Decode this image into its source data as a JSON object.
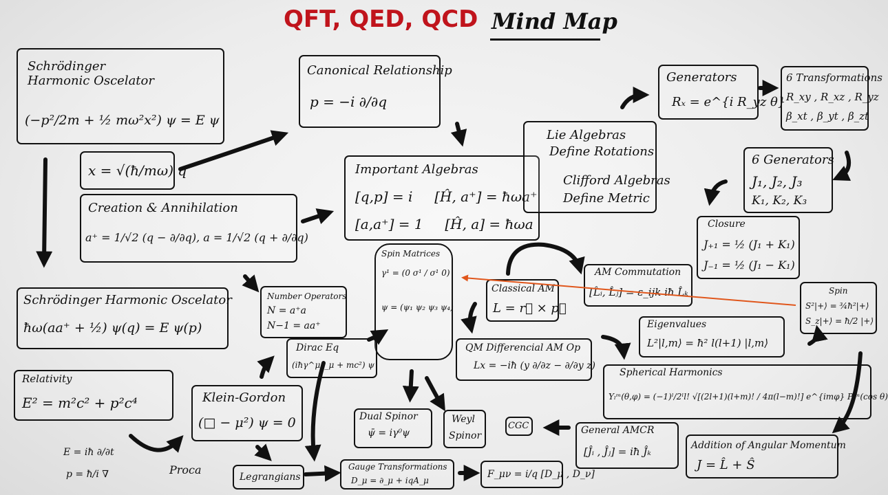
{
  "title": {
    "red": "QFT, QED, QCD",
    "black": "Mind Map"
  },
  "nodes": {
    "schrodinger": {
      "title": "Schrödinger Harmonic Oscelator",
      "eq": "(−p²/2m + ½ mω²x²) ψ = E ψ"
    },
    "position": {
      "eq": "x = √(ħ/mω) q"
    },
    "canonical": {
      "title": "Canonical Relationship",
      "eq": "p = −i ∂/∂q"
    },
    "algebras": {
      "title": "Important Algebras",
      "eq1": "[q,p] = i     [Ĥ, a⁺] = ħωa⁺",
      "eq2": "[a,a⁺] = 1     [Ĥ, a] = ħωa"
    },
    "lie": {
      "line1": "Lie Algebras",
      "line2": "Define Rotations",
      "line3": "Clifford Algebras",
      "line4": "Define Metric"
    },
    "generators": {
      "title": "Generators",
      "eq": "Rₓ = e^{i R_yz θ}"
    },
    "transformations": {
      "title": "6 Transformations",
      "eq1": "R_xy , R_xz , R_yz",
      "eq2": "β_xt , β_yt , β_zt"
    },
    "six_generators": {
      "title": "6 Generators",
      "eq1": "J₁, J₂, J₃",
      "eq2": "K₁, K₂, K₃"
    },
    "creation": {
      "title": "Creation & Annihilation",
      "eq": "a⁺ = 1/√2 (q − ∂/∂q),  a = 1/√2 (q + ∂/∂q)"
    },
    "closure": {
      "title": "Closure",
      "eq1": "J₊₁ = ½ (J₁ + K₁)",
      "eq2": "J₋₁ = ½ (J₁ − K₁)"
    },
    "spin_matrices": {
      "title": "Spin Matrices",
      "eq1": "γ¹ = (0 σ¹ / σ¹ 0)",
      "eq2": "ψ = (ψ₁ ψ₂ ψ₃ ψ₄)"
    },
    "number_ops": {
      "title": "Number Operators",
      "eq1": "N = a⁺a",
      "eq2": "N−1 = aa⁺"
    },
    "classical_am": {
      "title": "Classical AM",
      "eq": "L = r⃗ × p⃗"
    },
    "am_commutation": {
      "title": "AM Commutation",
      "eq": "[L̂ᵢ, L̂ⱼ] = ε_ijk iħ L̂ₖ"
    },
    "spin": {
      "title": "Spin",
      "eq1": "S²|+⟩ = ¾ħ²|+⟩",
      "eq2": "S_z|+⟩ = ħ/2 |+⟩"
    },
    "schrodinger2": {
      "title": "Schrödinger Harmonic Oscelator",
      "eq": "ħω(aa⁺ + ½) ψ(q) = E ψ(p)"
    },
    "eigenvalues": {
      "title": "Eigenvalues",
      "eq": "L²|l,m⟩ = ħ² l(l+1) |l,m⟩"
    },
    "dirac": {
      "title": "Dirac Eq",
      "eq": "(iħγ^μ∂_μ + mc²) ψ"
    },
    "qm_differential": {
      "title": "QM Differencial AM Op",
      "eq": "Lx = −iħ (y ∂/∂z − ∂/∂y z)"
    },
    "spherical": {
      "title": "Spherical Harmonics",
      "eq": "Yₗᵐ(θ,φ) = (−1)ˡ/2ˡl! √[(2l+1)(l+m)! / 4π(l−m)!] e^{imφ} Pₗᵐ(cos θ)"
    },
    "relativity": {
      "title": "Relativity",
      "eq": "E² = m²c² + p²c⁴"
    },
    "klein_gordon": {
      "title": "Klein-Gordon",
      "eq": "(□ − μ²) ψ = 0"
    },
    "dual_spinor": {
      "title": "Dual Spinor",
      "eq": "ψ̄ = iγ⁰ψ"
    },
    "weyl": {
      "line1": "Weyl",
      "line2": "Spinor"
    },
    "cgc": {
      "label": "CGC"
    },
    "general_amcr": {
      "title": "General AMCR",
      "eq": "[Ĵᵢ , Ĵⱼ] = iħ Ĵₖ"
    },
    "addition_am": {
      "title": "Addition of Angular Momentum",
      "eq": "J = L̂ + Ŝ"
    },
    "lagrangians": {
      "label": "Legrangians"
    },
    "gauge": {
      "title": "Gauge Transformations",
      "eq": "D_μ = ∂_μ + iqA_μ"
    },
    "field_tensor": {
      "eq": "F_μν = i/q [D_μ , D_ν]"
    },
    "energy_op": {
      "eq1": "E = iħ ∂/∂t",
      "eq2": "p = ħ/i ∇"
    },
    "proca": {
      "label": "Proca"
    }
  },
  "colors": {
    "ink": "#111111",
    "accent": "#c0141c",
    "orange_arrow": "#e0561b",
    "background": "#ebebeb"
  }
}
